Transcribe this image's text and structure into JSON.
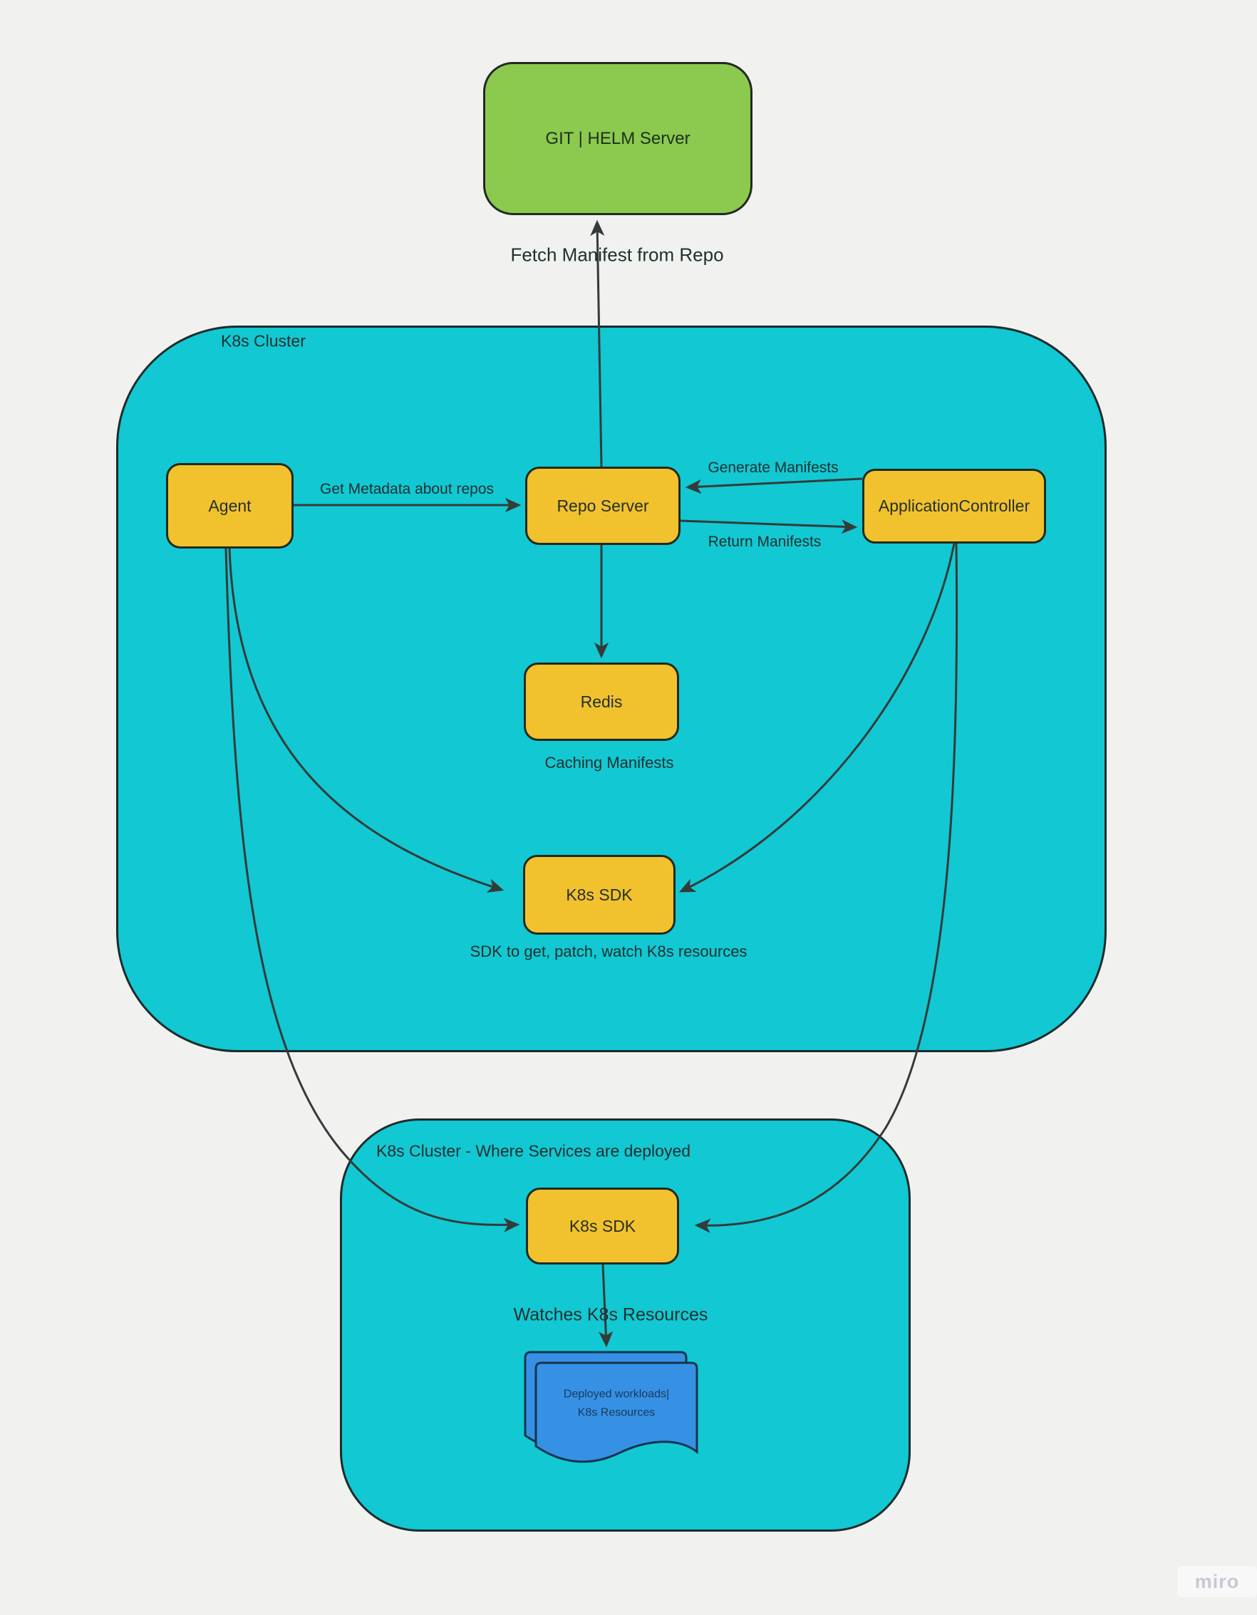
{
  "colors": {
    "bg": "#f1f1ef",
    "teal": "#12c8d2",
    "teal-border": "#1c2b2b",
    "yellow": "#f2c12e",
    "green": "#8bc94f",
    "blue": "#3691e4",
    "blue-border": "#16344f",
    "ink": "#1f2f2f",
    "line": "#333b3b",
    "doc-text": "#17395c",
    "watermark-bg": "#f8f8f9",
    "watermark-text": "#c9c8d3"
  },
  "external_server": {
    "label": "GIT | HELM Server"
  },
  "edges": {
    "fetch_manifest": {
      "label": "Fetch Manifest from Repo"
    },
    "get_metadata": {
      "label": "Get Metadata about repos"
    },
    "generate_manifests": {
      "label": "Generate Manifests"
    },
    "return_manifests": {
      "label": "Return Manifests"
    }
  },
  "cluster_control": {
    "title": "K8s Cluster",
    "nodes": {
      "agent": "Agent",
      "repo_server": "Repo Server",
      "app_controller": "ApplicationController",
      "redis": "Redis",
      "k8s_sdk": "K8s SDK"
    },
    "notes": {
      "redis_note": "Caching Manifests",
      "sdk_note": "SDK to get, patch, watch K8s resources"
    }
  },
  "cluster_services": {
    "title": "K8s Cluster - Where Services are deployed",
    "nodes": {
      "k8s_sdk": "K8s SDK"
    },
    "notes": {
      "watch_note": "Watches K8s Resources"
    },
    "document": {
      "line1": "Deployed workloads|",
      "line2": "K8s Resources"
    }
  },
  "watermark": {
    "label": "miro"
  }
}
